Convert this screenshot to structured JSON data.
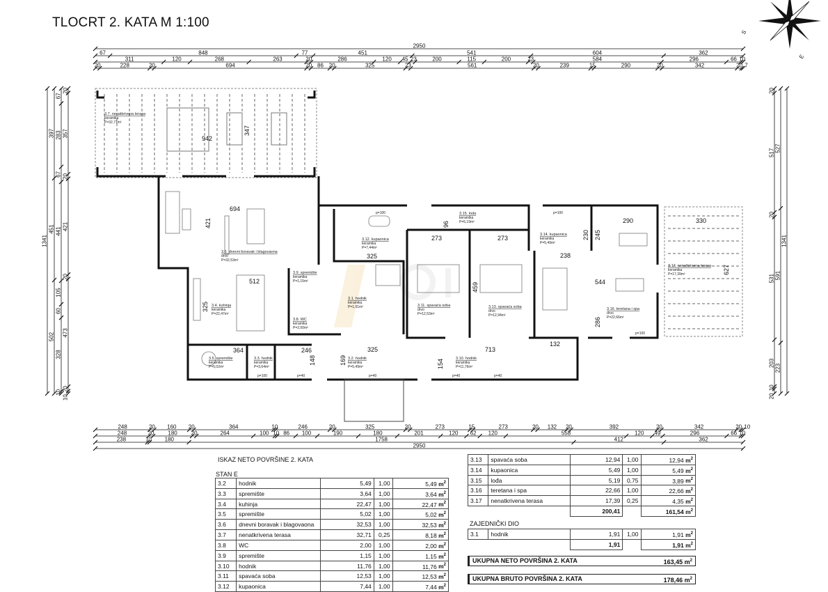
{
  "title": "TLOCRT 2. KATA M 1:100",
  "compass": {
    "s": "S",
    "e": "E"
  },
  "dimensions": {
    "top": [
      [
        2950
      ],
      [
        67,
        848,
        77,
        451,
        541,
        604,
        362
      ],
      [
        311,
        120,
        268,
        263,
        20,
        286,
        120,
        45,
        23,
        200,
        115,
        200,
        23,
        584,
        296,
        66,
        10
      ],
      [
        20,
        228,
        20,
        694,
        20,
        86,
        20,
        325,
        23,
        561,
        20,
        239,
        15,
        290,
        20,
        342,
        20,
        7
      ]
    ],
    "bottom": [
      [
        248,
        20,
        160,
        20,
        364,
        10,
        246,
        20,
        325,
        20,
        273,
        15,
        273,
        20,
        132,
        20,
        392,
        20,
        342,
        20,
        10
      ],
      [
        248,
        20,
        180,
        20,
        264,
        100,
        10,
        86,
        100,
        190,
        180,
        201,
        120,
        62,
        120,
        558,
        120,
        49,
        296,
        66,
        10
      ],
      [
        238,
        10,
        180,
        1758,
        412,
        362
      ],
      [
        2950
      ]
    ],
    "left": [
      [
        1341
      ],
      [
        397,
        451,
        502
      ],
      [
        67,
        283,
        67,
        441,
        105,
        60,
        328,
        10
      ],
      [
        20,
        357,
        20,
        421,
        20,
        473,
        20,
        10
      ]
    ],
    "right": [
      [
        20,
        517,
        20,
        531,
        203,
        10,
        20
      ],
      [
        527,
        591,
        223
      ],
      [
        1341
      ]
    ]
  },
  "plan": {
    "dims": [
      "942",
      "347",
      "694",
      "421",
      "512",
      "325",
      "364",
      "246",
      "148",
      "169",
      "325",
      "154",
      "713",
      "132",
      "273",
      "273",
      "459",
      "96",
      "325",
      "290",
      "330",
      "245",
      "230",
      "238",
      "544",
      "286",
      "627"
    ],
    "openings": [
      "p=100",
      "p=40",
      "p=40",
      "p=40",
      "p=40",
      "p=100",
      "p=100",
      "p=100"
    ],
    "rooms": [
      {
        "name": "3.7. nenatkrivena terasa",
        "floor": "keramika",
        "area": "P=32,71m²"
      },
      {
        "name": "3.6. dnevni boravak i blagovaona",
        "floor": "drvo",
        "area": "P=32,53m²"
      },
      {
        "name": "3.4. kuhinja",
        "floor": "keramika",
        "area": "P=22,47m²"
      },
      {
        "name": "3.5. spremište",
        "floor": "keramika",
        "area": "P=5,02m²"
      },
      {
        "name": "3.3. hodnik",
        "floor": "keramika",
        "area": "P=3,64m²"
      },
      {
        "name": "3.9. spremište",
        "floor": "keramika",
        "area": "P=1,15m²"
      },
      {
        "name": "3.8. WC",
        "floor": "keramika",
        "area": "P=2,00m²"
      },
      {
        "name": "3.1. hodnik",
        "floor": "keramika",
        "area": "P=1,91m²"
      },
      {
        "name": "3.2. hodnik",
        "floor": "keramika",
        "area": "P=5,49m²"
      },
      {
        "name": "3.12. kupaonica",
        "floor": "keramika",
        "area": "P=7,44m²"
      },
      {
        "name": "3.11. spavaća soba",
        "floor": "drvo",
        "area": "P=12,53m²"
      },
      {
        "name": "3.13. spavaća soba",
        "floor": "drvo",
        "area": "P=12,94m²"
      },
      {
        "name": "3.15. loda",
        "floor": "keramika",
        "area": "P=5,19m²"
      },
      {
        "name": "3.14. kupaonica",
        "floor": "keramika",
        "area": "P=5,49m²"
      },
      {
        "name": "3.16. teretana i spa",
        "floor": "drvo",
        "area": "P=22,66m²"
      },
      {
        "name": "3.17. nenatkrivena terasa",
        "floor": "keramika",
        "area": "P=17,39m²"
      },
      {
        "name": "3.10. hodnik",
        "floor": "keramika",
        "area": "P=11,76m²"
      }
    ]
  },
  "table": {
    "title": "ISKAZ  NETO POVRŠINE 2. KATA",
    "unit": "m",
    "unit_sup": "2",
    "stan_e": {
      "label": "STAN E",
      "rows": [
        [
          "3.2",
          "hodnik",
          "5,49",
          "1,00",
          "5,49"
        ],
        [
          "3.3",
          "spremište",
          "3,64",
          "1,00",
          "3,64"
        ],
        [
          "3.4",
          "kuhinja",
          "22,47",
          "1,00",
          "22,47"
        ],
        [
          "3.5",
          "spremište",
          "5,02",
          "1,00",
          "5,02"
        ],
        [
          "3.6",
          "dnevni boravak i blagovaona",
          "32,53",
          "1,00",
          "32,53"
        ],
        [
          "3.7",
          "nenatkrivena terasa",
          "32,71",
          "0,25",
          "8,18"
        ],
        [
          "3.8",
          "WC",
          "2,00",
          "1,00",
          "2,00"
        ],
        [
          "3.9",
          "spremište",
          "1,15",
          "1,00",
          "1,15"
        ],
        [
          "3.10",
          "hodnik",
          "11,76",
          "1,00",
          "11,76"
        ],
        [
          "3.11",
          "spavaća soba",
          "12,53",
          "1,00",
          "12,53"
        ],
        [
          "3.12",
          "kupaonica",
          "7,44",
          "1,00",
          "7,44"
        ]
      ],
      "rows_cont": [
        [
          "3.13",
          "spavaća soba",
          "12,94",
          "1,00",
          "12,94"
        ],
        [
          "3.14",
          "kupaonica",
          "5,49",
          "1,00",
          "5,49"
        ],
        [
          "3.15",
          "lođa",
          "5,19",
          "0,75",
          "3,89"
        ],
        [
          "3.16",
          "teretana i spa",
          "22,66",
          "1,00",
          "22,66"
        ],
        [
          "3.17",
          "nenatkrivena terasa",
          "17,39",
          "0,25",
          "4,35"
        ]
      ],
      "sum_area": "200,41",
      "sum_total": "161,54"
    },
    "common": {
      "label": "ZAJEDNIČKI DIO",
      "rows": [
        [
          "3.1",
          "hodnik",
          "1,91",
          "1,00",
          "1,91"
        ]
      ],
      "sum_area": "1,91",
      "sum_total": "1,91"
    },
    "total_net": {
      "label": "UKUPNA NETO POVRŠINA 2. KATA",
      "value": "163,45"
    },
    "total_gross": {
      "label": "UKUPNA BRUTO POVRŠINA 2. KATA",
      "value": "178,46"
    }
  }
}
